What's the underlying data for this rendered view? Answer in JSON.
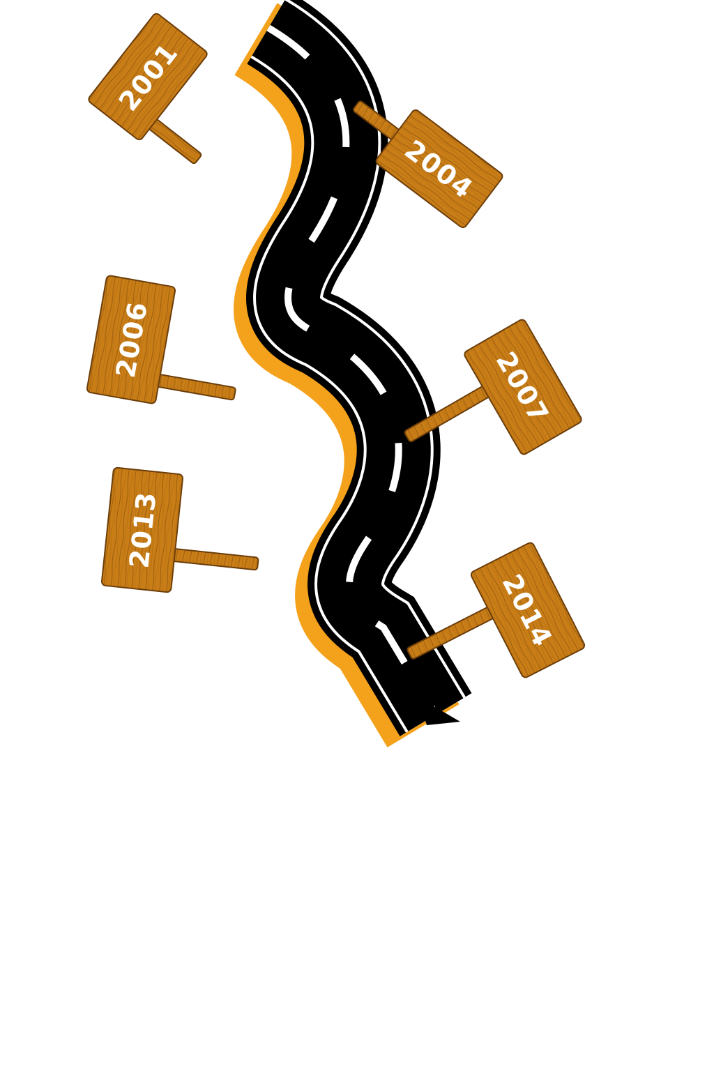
{
  "timeline": {
    "colors": {
      "road": "#000000",
      "road_edge_line": "#ffffff",
      "road_shadow": "#f4a11c",
      "sign_wood": "#c87d16",
      "sign_outline": "#6b3d0a",
      "sign_text": "#ffffff"
    },
    "signs": [
      {
        "year": "2001"
      },
      {
        "year": "2004"
      },
      {
        "year": "2006"
      },
      {
        "year": "2007"
      },
      {
        "year": "2013"
      },
      {
        "year": "2014"
      }
    ],
    "arrow_icon": "arrow-head-icon"
  }
}
